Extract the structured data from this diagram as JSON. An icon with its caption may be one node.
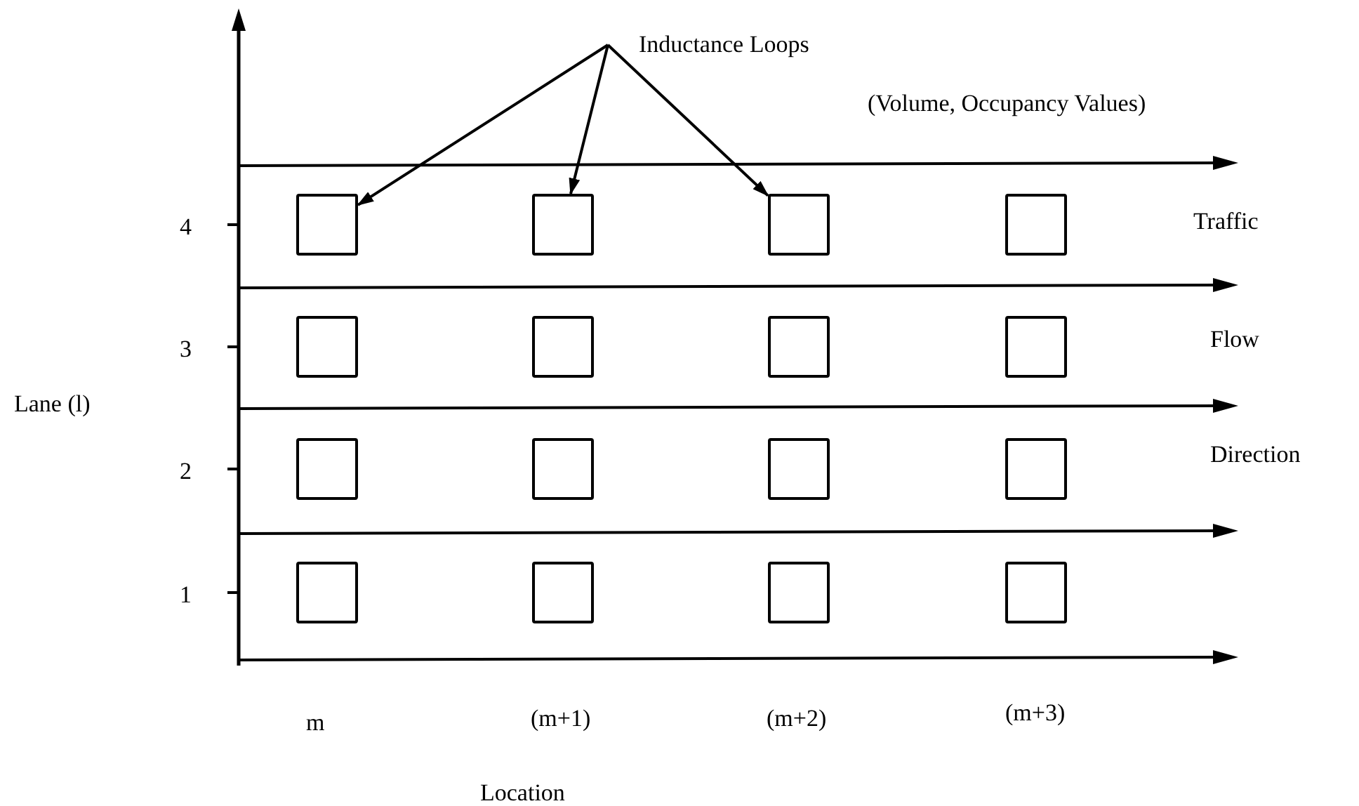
{
  "diagram": {
    "nodes": [
      {
        "text": [
          "Inductance Loops"
        ]
      },
      {
        "text": [],
        "shape": "box"
      },
      {
        "text": [],
        "shape": "box"
      },
      {
        "text": [],
        "shape": "box"
      },
      {
        "text": [],
        "shape": "box"
      },
      {
        "text": [],
        "shape": "box"
      },
      {
        "text": [],
        "shape": "box"
      },
      {
        "text": [],
        "shape": "box"
      },
      {
        "text": [],
        "shape": "box"
      },
      {
        "text": [],
        "shape": "box"
      },
      {
        "text": [],
        "shape": "box"
      },
      {
        "text": [],
        "shape": "box"
      },
      {
        "text": [],
        "shape": "box"
      },
      {
        "text": [],
        "shape": "box"
      },
      {
        "text": [],
        "shape": "box"
      },
      {
        "text": [],
        "shape": "box"
      },
      {
        "text": [],
        "shape": "box"
      }
    ],
    "edges": [
      {
        "from": 0,
        "to": 1,
        "arrow": "to"
      },
      {
        "from": 0,
        "to": 2,
        "arrow": "to"
      },
      {
        "from": 0,
        "to": 3,
        "arrow": "to"
      }
    ],
    "labels": [
      "(Volume, Occupancy Values)",
      "4",
      "Traffic",
      "3",
      "Flow",
      "Lane (l)",
      "2",
      "Direction",
      "1",
      "m",
      "(m+1)",
      "(m+2)",
      "(m+3)",
      "Location"
    ]
  }
}
